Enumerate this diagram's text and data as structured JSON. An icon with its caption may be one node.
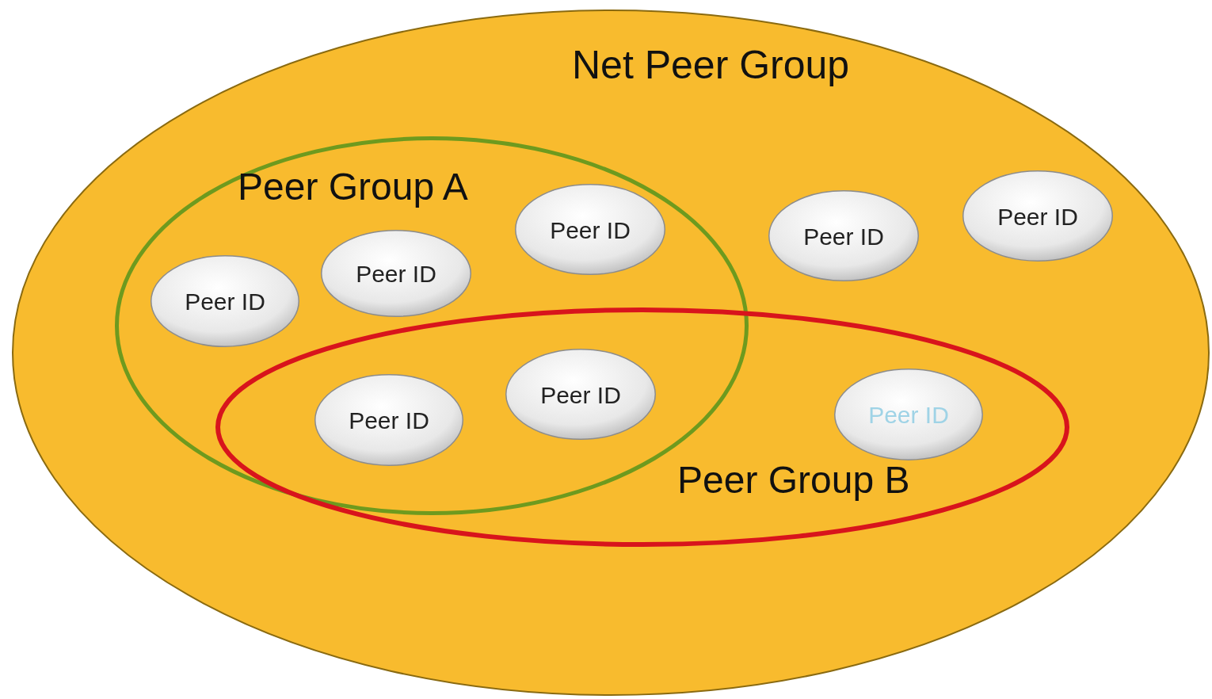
{
  "diagram": {
    "nodes": [
      {
        "text": [
          "Net Peer Group"
        ]
      },
      {
        "text": [
          "Peer Group A"
        ],
        "in": 0
      },
      {
        "text": [
          "Peer ID"
        ],
        "in": 1
      },
      {
        "text": [
          "Peer ID"
        ],
        "in": 1
      },
      {
        "text": [
          "Peer ID"
        ],
        "in": 1
      },
      {
        "text": [
          "Peer ID"
        ],
        "in": 0
      },
      {
        "text": [
          "Peer ID"
        ],
        "in": 0
      },
      {
        "text": [
          "Peer Group B"
        ],
        "in": 0
      },
      {
        "text": [
          "Peer ID"
        ]
      },
      {
        "text": [
          "Peer ID"
        ]
      },
      {
        "text": [
          "Peer ID"
        ],
        "in": 7
      }
    ]
  }
}
